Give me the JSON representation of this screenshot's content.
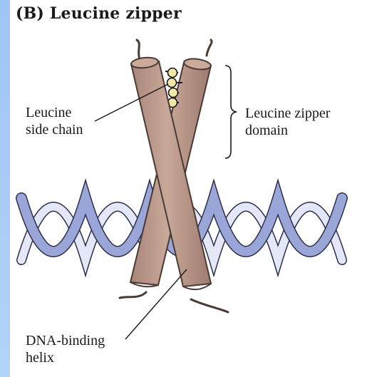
{
  "figure": {
    "title": "(B) Leucine zipper",
    "labels": {
      "leucine_side_chain": [
        "Leucine",
        "side chain"
      ],
      "leucine_zipper_domain": [
        "Leucine zipper",
        "domain"
      ],
      "dna_binding_helix": [
        "DNA-binding",
        "helix"
      ]
    }
  },
  "colors": {
    "background": "#a9cdf6",
    "panel": "#ffffff",
    "helix_fill": "#b99788",
    "helix_stroke": "#4a3a33",
    "dna_front": "#9ba6d8",
    "dna_back": "#dfe4f7",
    "dna_stroke": "#2b2f4a",
    "leucine": "#f3e7a8",
    "text": "#1a1a1a"
  }
}
